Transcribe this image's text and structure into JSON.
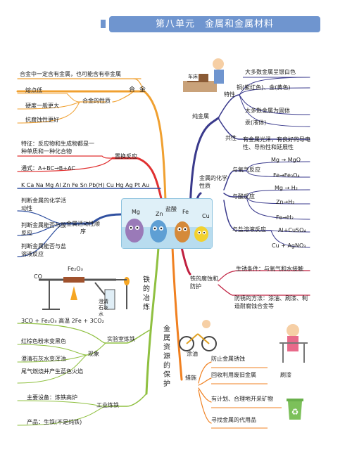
{
  "title": "第八单元　金属和金属材料",
  "center": {
    "labels": [
      "Mg",
      "Zn",
      "盐酸",
      "Fe",
      "Cu"
    ]
  },
  "branches": {
    "alloy": {
      "label": "合金",
      "top_note": "合金中一定含有金属，也可能含有非金属",
      "prop_label": "合金的性质",
      "props": [
        "熔点低",
        "硬度一般更大",
        "抗腐蚀性更好"
      ]
    },
    "replacement": {
      "label": "置换反应",
      "feature": "特征：反应物和生成物都是一种单质和一种化合物",
      "general": "通式：A+BC→B+AC"
    },
    "activity": {
      "series": "K Ca Na Mg Al Zn Fe Sn Pb(H) Cu Hg Ag Pt Au",
      "label": "金属活动性顺序",
      "uses": [
        "判断金属的化学活动性",
        "判断金属能否与酸反应",
        "判断金属能否与盐溶液反应"
      ]
    },
    "smelting": {
      "label": "铁的冶炼",
      "lab_label": "实验室炼铁",
      "equation": "3CO + Fe₂O₃ 高温 2Fe + 3CO₂",
      "phen_label": "现象",
      "phenomena": [
        "红棕色粉末变黑色",
        "澄清石灰水变浑浊",
        "尾气燃烧并产生蓝色火焰"
      ],
      "ind_label": "工业炼铁",
      "industry": [
        "主要设备：炼铁高炉",
        "产品：生铁(不是纯铁)"
      ],
      "apparatus": {
        "co": "CO",
        "fe2o3": "Fe₂O₃",
        "limewater": "澄清石灰水"
      }
    },
    "pure": {
      "label": "纯金属",
      "traits_label": "特性",
      "traits": [
        "大多数金属呈银白色",
        "铜(紫红色)、金(黄色)",
        "大多数金属为固体",
        "汞(液体)"
      ],
      "common_label": "共性",
      "common": "有金属光泽，有良好的导电性、导热性和延展性",
      "sign": "车床"
    },
    "chem": {
      "label": "金属的化学性质",
      "oxygen_label": "与氧气反应",
      "oxygen": [
        "Mg → MgO",
        "Fe→Fe₃O₄"
      ],
      "acid_label": "与酸反应",
      "acid": [
        "Mg → H₂",
        "Zn→H₂",
        "Fe→H₂"
      ],
      "salt_label": "与盐溶液反应",
      "salt": [
        "Al+CuSO₄",
        "Cu + AgNO₃"
      ]
    },
    "rust": {
      "label": "铁的腐蚀和防护",
      "cond": "生锈条件：与氧气和水接触",
      "method": "防锈的方法：涂油、刷漆、制造耐腐蚀合金等"
    },
    "protect": {
      "label": "金属资源的保护",
      "measures_label": "措施",
      "measures": [
        "防止金属锈蚀",
        "回收利用废旧金属",
        "有计划、合理地开采矿物",
        "寻找金属的代用品"
      ],
      "pic1": "涂油",
      "pic2": "刷漆"
    }
  },
  "colors": {
    "title_bg": "#6f95cf",
    "alloy": "#f0a030",
    "replacement": "#e03030",
    "activity": "#3050a0",
    "smelting": "#8fc040",
    "pure": "#3a3a8c",
    "chem": "#3a3a8c",
    "rust": "#c02040",
    "protect": "#f08020"
  }
}
